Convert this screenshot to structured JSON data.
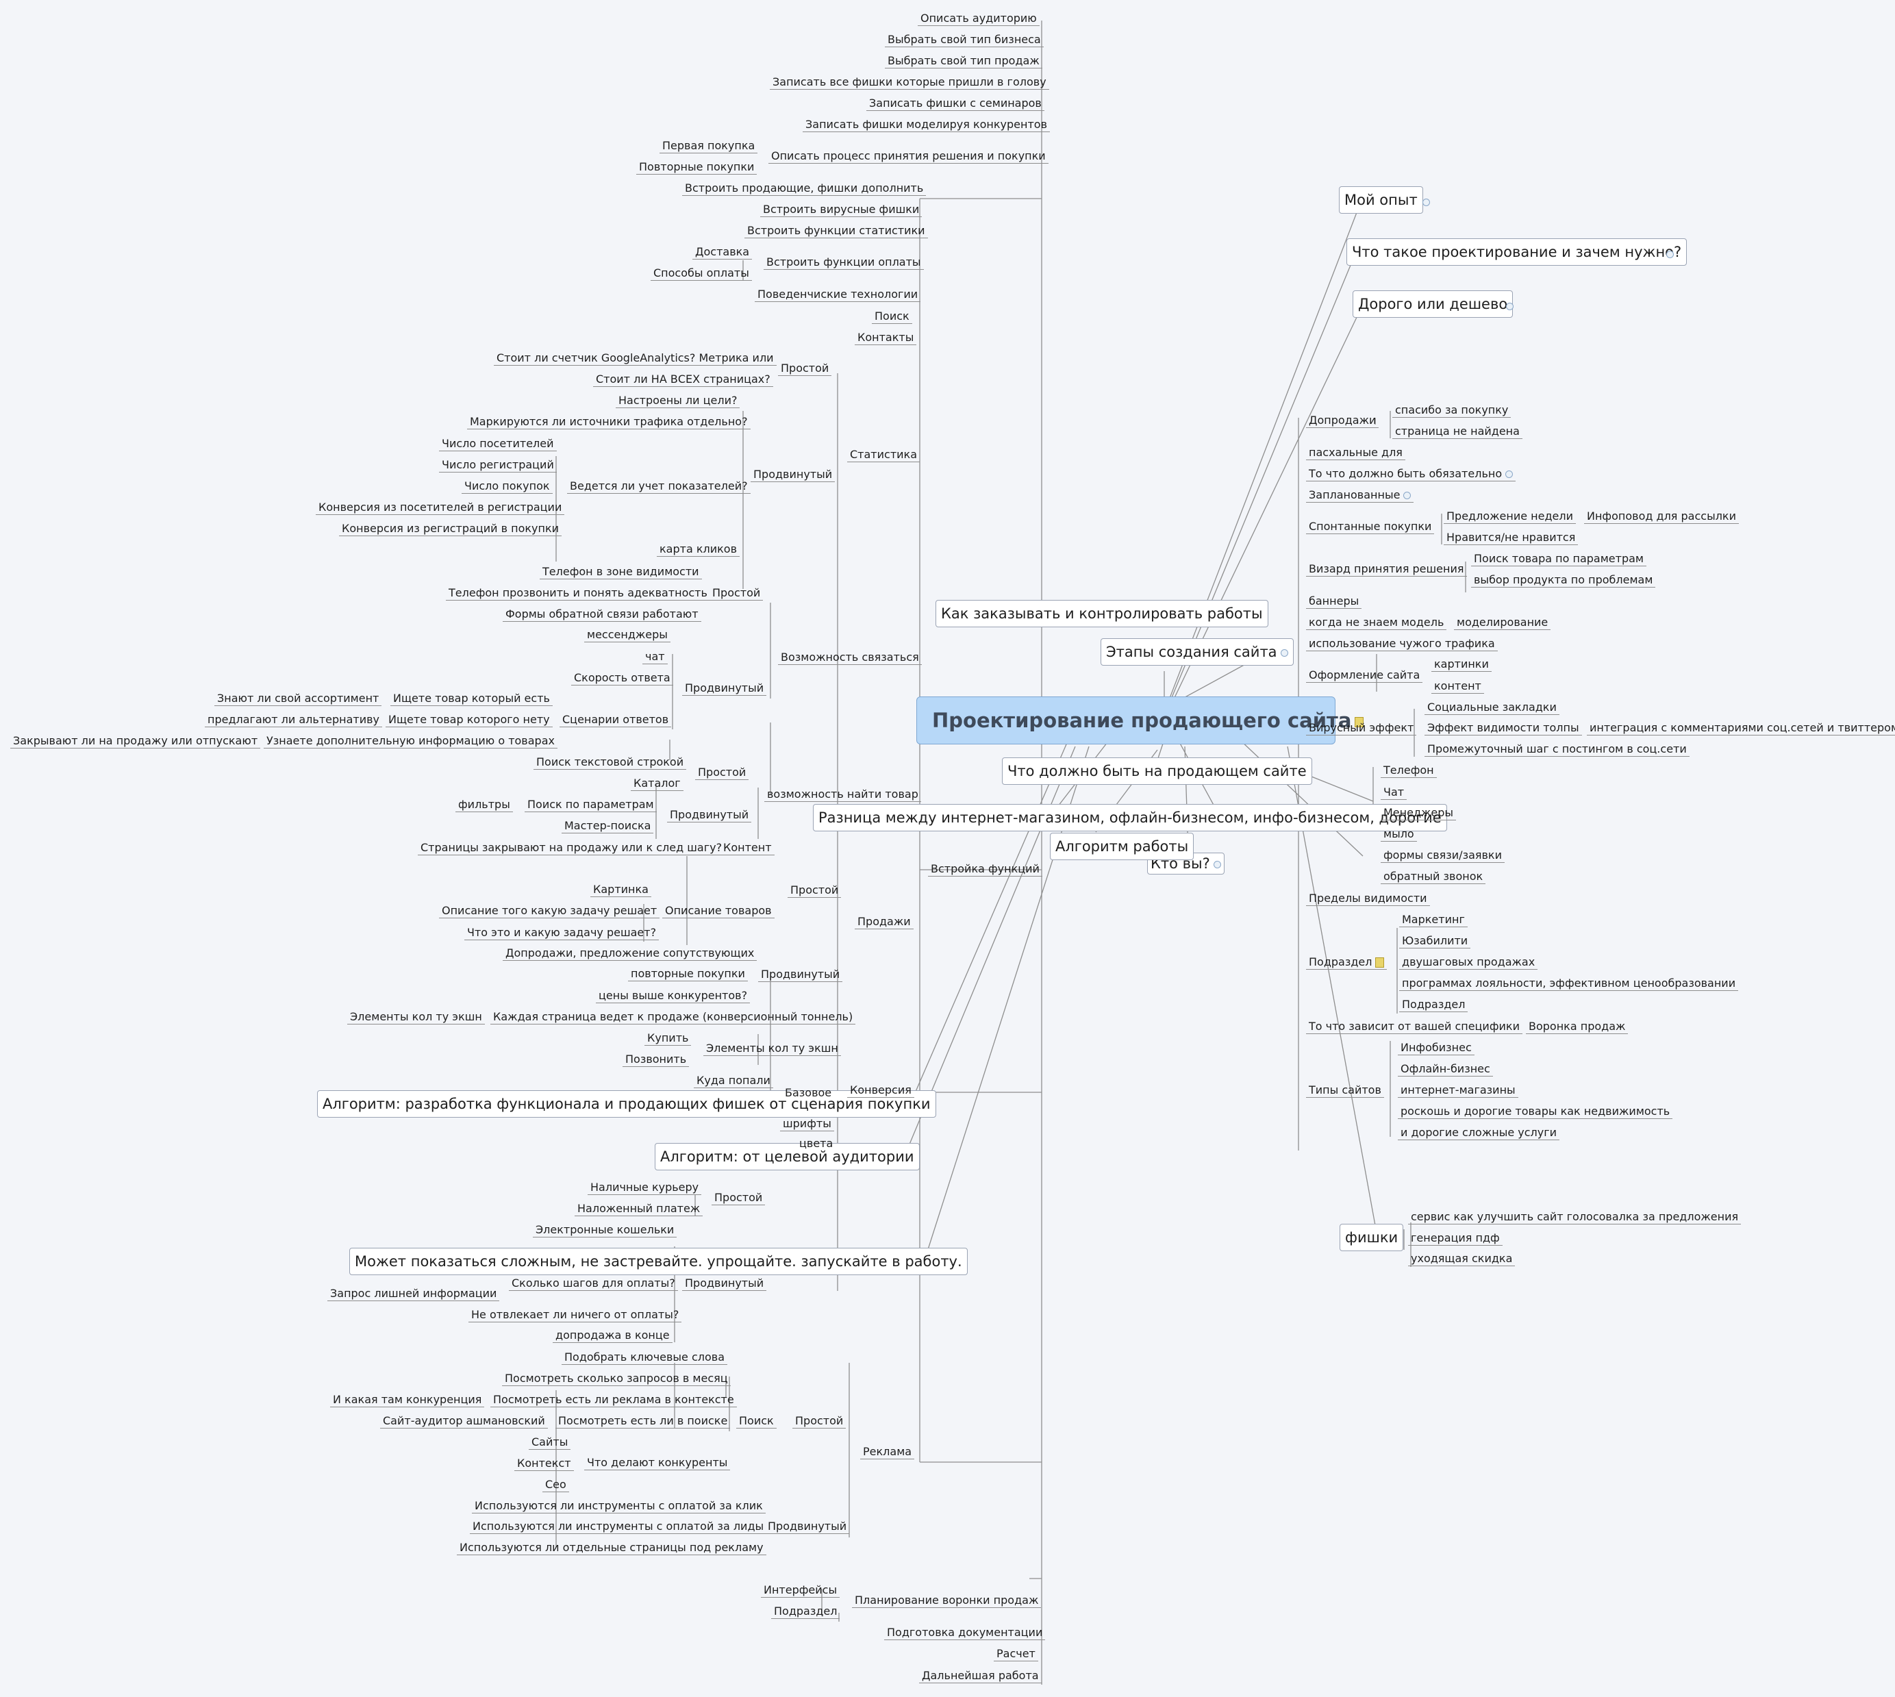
{
  "root": "Проектирование продающего сайта",
  "b1": "Описать аудиторию",
  "b2": "Выбрать свой тип бизнеса",
  "b3": "Выбрать свой тип продаж",
  "b4": "Записать все фишки которые пришли в голову",
  "b5": "Записать фишки с семинаров",
  "b6": "Записать фишки моделируя конкурентов",
  "b7": "Описать процесс принятия решения и покупки",
  "b7a": "Первая покупка",
  "b7b": "Повторные покупки",
  "f1": "Встроить продающие, фишки дополнить",
  "f2": "Встроить вирусные фишки",
  "f3": "Встроить функции статистики",
  "f4": "Встроить функции оплаты",
  "f4a": "Доставка",
  "f4b": "Способы оплаты",
  "f5": "Поведенчиские технологии",
  "f6": "Поиск",
  "f7": "Контакты",
  "st": "Статистика",
  "st_s": "Простой",
  "st_s1": "Стоит ли счетчик GoogleAnalytics? Метрика или",
  "st_s2": "Стоит ли НА ВСЕХ страницах?",
  "st_a": "Продвинутый",
  "st_a1": "Настроены ли цели?",
  "st_a2": "Маркируются ли источники трафика отдельно?",
  "st_a3": "Ведется ли учет показателей?",
  "st_a3a": "Число посетителей",
  "st_a3b": "Число регистраций",
  "st_a3c": "Число покупок",
  "st_a3d": "Конверсия из посетителей в регистрации",
  "st_a3e": "Конверсия из регистраций в покупки",
  "st_a4": "карта кликов",
  "vc": "Возможность связаться",
  "vc_s": "Простой",
  "vc_s1": "Телефон в зоне видимости",
  "vc_s2": "Телефон прозвонить и понять адекватность",
  "vc_s3": "Формы обратной связи работают",
  "vc_a": "Продвинутый",
  "vc_a1": "мессенджеры",
  "vc_a2": "чат",
  "vc_a3": "Скорость ответа",
  "vc_a4": "Сценарии ответов",
  "vc_a4a": "Ищете товар который есть",
  "vc_a4a1": "Знают ли свой ассортимент",
  "vc_a4b": "Ищете товар которого нету",
  "vc_a4b1": "предлагают ли альтернативу",
  "vc_a4c": "Узнаете дополнительную информацию о товарах",
  "vc_a4c1": "Закрывают ли на продажу или отпускают",
  "vn": "возможность найти товар",
  "vn_s": "Простой",
  "vn_s1": "Поиск текстовой строкой",
  "vn_s2": "Каталог",
  "vn_a": "Продвинутый",
  "vn_a1": "Поиск по параметрам",
  "vn_a1a": "фильтры",
  "vn_a2": "Мастер-поиска",
  "vf": "Встройка функций",
  "pr": "Продажи",
  "pr_s": "Простой",
  "pr_s1": "Контент",
  "pr_s1a": "Страницы закрывают на продажу или к след шагу?",
  "pr_s2": "Описание товаров",
  "pr_s2a": "Картинка",
  "pr_s2b": "Описание того какую задачу решает",
  "pr_s3": "Что это и какую задачу решает?",
  "pr_a": "Продвинутый",
  "pr_a1": "Допродажи, предложение сопутствующих",
  "pr_a2": "повторные покупки",
  "pr_a3": "цены выше конкурентов?",
  "kv": "Конверсия",
  "kv1": "Каждая страница ведет к продаже (конверсионный тоннель)",
  "kv1a": "Элементы кол ту экшн",
  "kv2": "Элементы кол ту экшн",
  "kv2a": "Купить",
  "kv2b": "Позвонить",
  "kv3": "Куда попали",
  "kv4": "Базовое",
  "kv5": "шрифты",
  "kv6": "цвета",
  "op_s": "Простой",
  "op_s1": "Наличные курьеру",
  "op_s2": "Наложенный платеж",
  "op_s3": "Электронные кошельки",
  "op_a": "Продвинутый",
  "op_a1": "Сколько шагов для оплаты?",
  "op_a2": "Запрос лишней информации",
  "op_a3": "Не отвлекает ли ничего от оплаты?",
  "op_a4": "допродажа в конце",
  "rk": "Реклама",
  "rk_s": "Простой",
  "rk_sp": "Поиск",
  "rk_1": "Подобрать ключевые слова",
  "rk_2": "Посмотреть сколько запросов в месяц",
  "rk_3": "Посмотреть есть ли реклама в контексте",
  "rk_3a": "И какая там конкуренция",
  "rk_4": "Посмотреть есть ли в поиске",
  "rk_4a": "Сайт-аудитор ашмановский",
  "rk_5": "Что делают конкуренты",
  "rk_5a": "Сайты",
  "rk_5b": "Контекст",
  "rk_5c": "Сео",
  "rk_a": "Продвинутый",
  "rk_a1": "Используются ли инструменты с оплатой за клик",
  "rk_a2": "Используются ли инструменты с оплатой за лиды",
  "rk_a3": "Используются ли отдельные страницы под рекламу",
  "pv": "Планирование воронки продаж",
  "pv1": "Интерфейсы",
  "pv2": "Подраздел",
  "d1": "Подготовка документации",
  "d2": "Расчет",
  "d3": "Дальнейшая работа",
  "box_zak": "Как заказывать и контролировать работы",
  "box_etap": "Этапы создания сайта",
  "box_chto": "Что должно быть на продающем сайте",
  "box_razn": "Разница между интернет-магазином, офлайн-бизнесом, инфо-бизнесом, дорогие",
  "box_alg": "Алгоритм работы",
  "box_kto": "Кто вы?",
  "box_alg1": "Алгоритм: разработка функционала и продающих фишек от сценария покупки",
  "box_alg2": "Алгоритм: от целевой аудитории",
  "box_slozh": "Может показаться сложным, не застревайте. упрощайте. запускайте в работу.",
  "r_opyt": "Мой опыт",
  "r_chto": "Что такое проектирование и зачем нужно?",
  "r_dorogo": "Дорого или дешево",
  "r_fishki": "фишки",
  "dp": "Допродажи",
  "dp1": "спасибо за покупку",
  "dp2": "страница не найдена",
  "pasx": "пасхальные для",
  "tochto": "То что должно быть обязательно",
  "zapl": "Запланованные",
  "spont": "Спонтанные покупки",
  "spont1": "Предложение недели",
  "spont1a": "Инфоповод для рассылки",
  "spont2": "Нравится/не нравится",
  "viz": "Визард принятия решения",
  "viz1": "Поиск товара по параметрам",
  "viz2": "выбор продукта по проблемам",
  "bann": "баннеры",
  "kogda": "когда не знаем модель",
  "model": "моделирование",
  "isp": "использование чужого трафика",
  "ofor": "Оформление сайта",
  "ofor1": "картинки",
  "ofor2": "контент",
  "vir": "Вирусный эффект",
  "vir1": "Социальные закладки",
  "vir2": "Эффект видимости толпы",
  "vir2a": "интеграция с комментариями соц.сетей и твиттером",
  "vir3": "Промежуточный шаг с постингом в соц.сети",
  "cv1": "Телефон",
  "cv2": "Чат",
  "cv3": "Менеджеры",
  "cv4": "мыло",
  "cv5": "формы связи/заявки",
  "cv6": "обратный звонок",
  "pred": "Пределы видимости",
  "podr": "Подраздел",
  "podr1": "Маркетинг",
  "podr2": "Юзабилити",
  "podr3": "двушаговых продажах",
  "podr4": "программах лояльности, эффективном ценообразовании",
  "podr5": "Подраздел",
  "tochto2": "То что зависит от вашей специфики",
  "vor": "Воронка продаж",
  "tipy": "Типы сайтов",
  "tipy1": "Инфобизнес",
  "tipy2": "Офлайн-бизнес",
  "tipy3": "интернет-магазины",
  "tipy4": "роскошь и дорогие товары как недвижимость",
  "tipy5": "и дорогие сложные услуги",
  "fi1": "сервис как улучшить сайт голосовалка за предложения",
  "fi2": "генерация пдф",
  "fi3": "уходящая скидка"
}
